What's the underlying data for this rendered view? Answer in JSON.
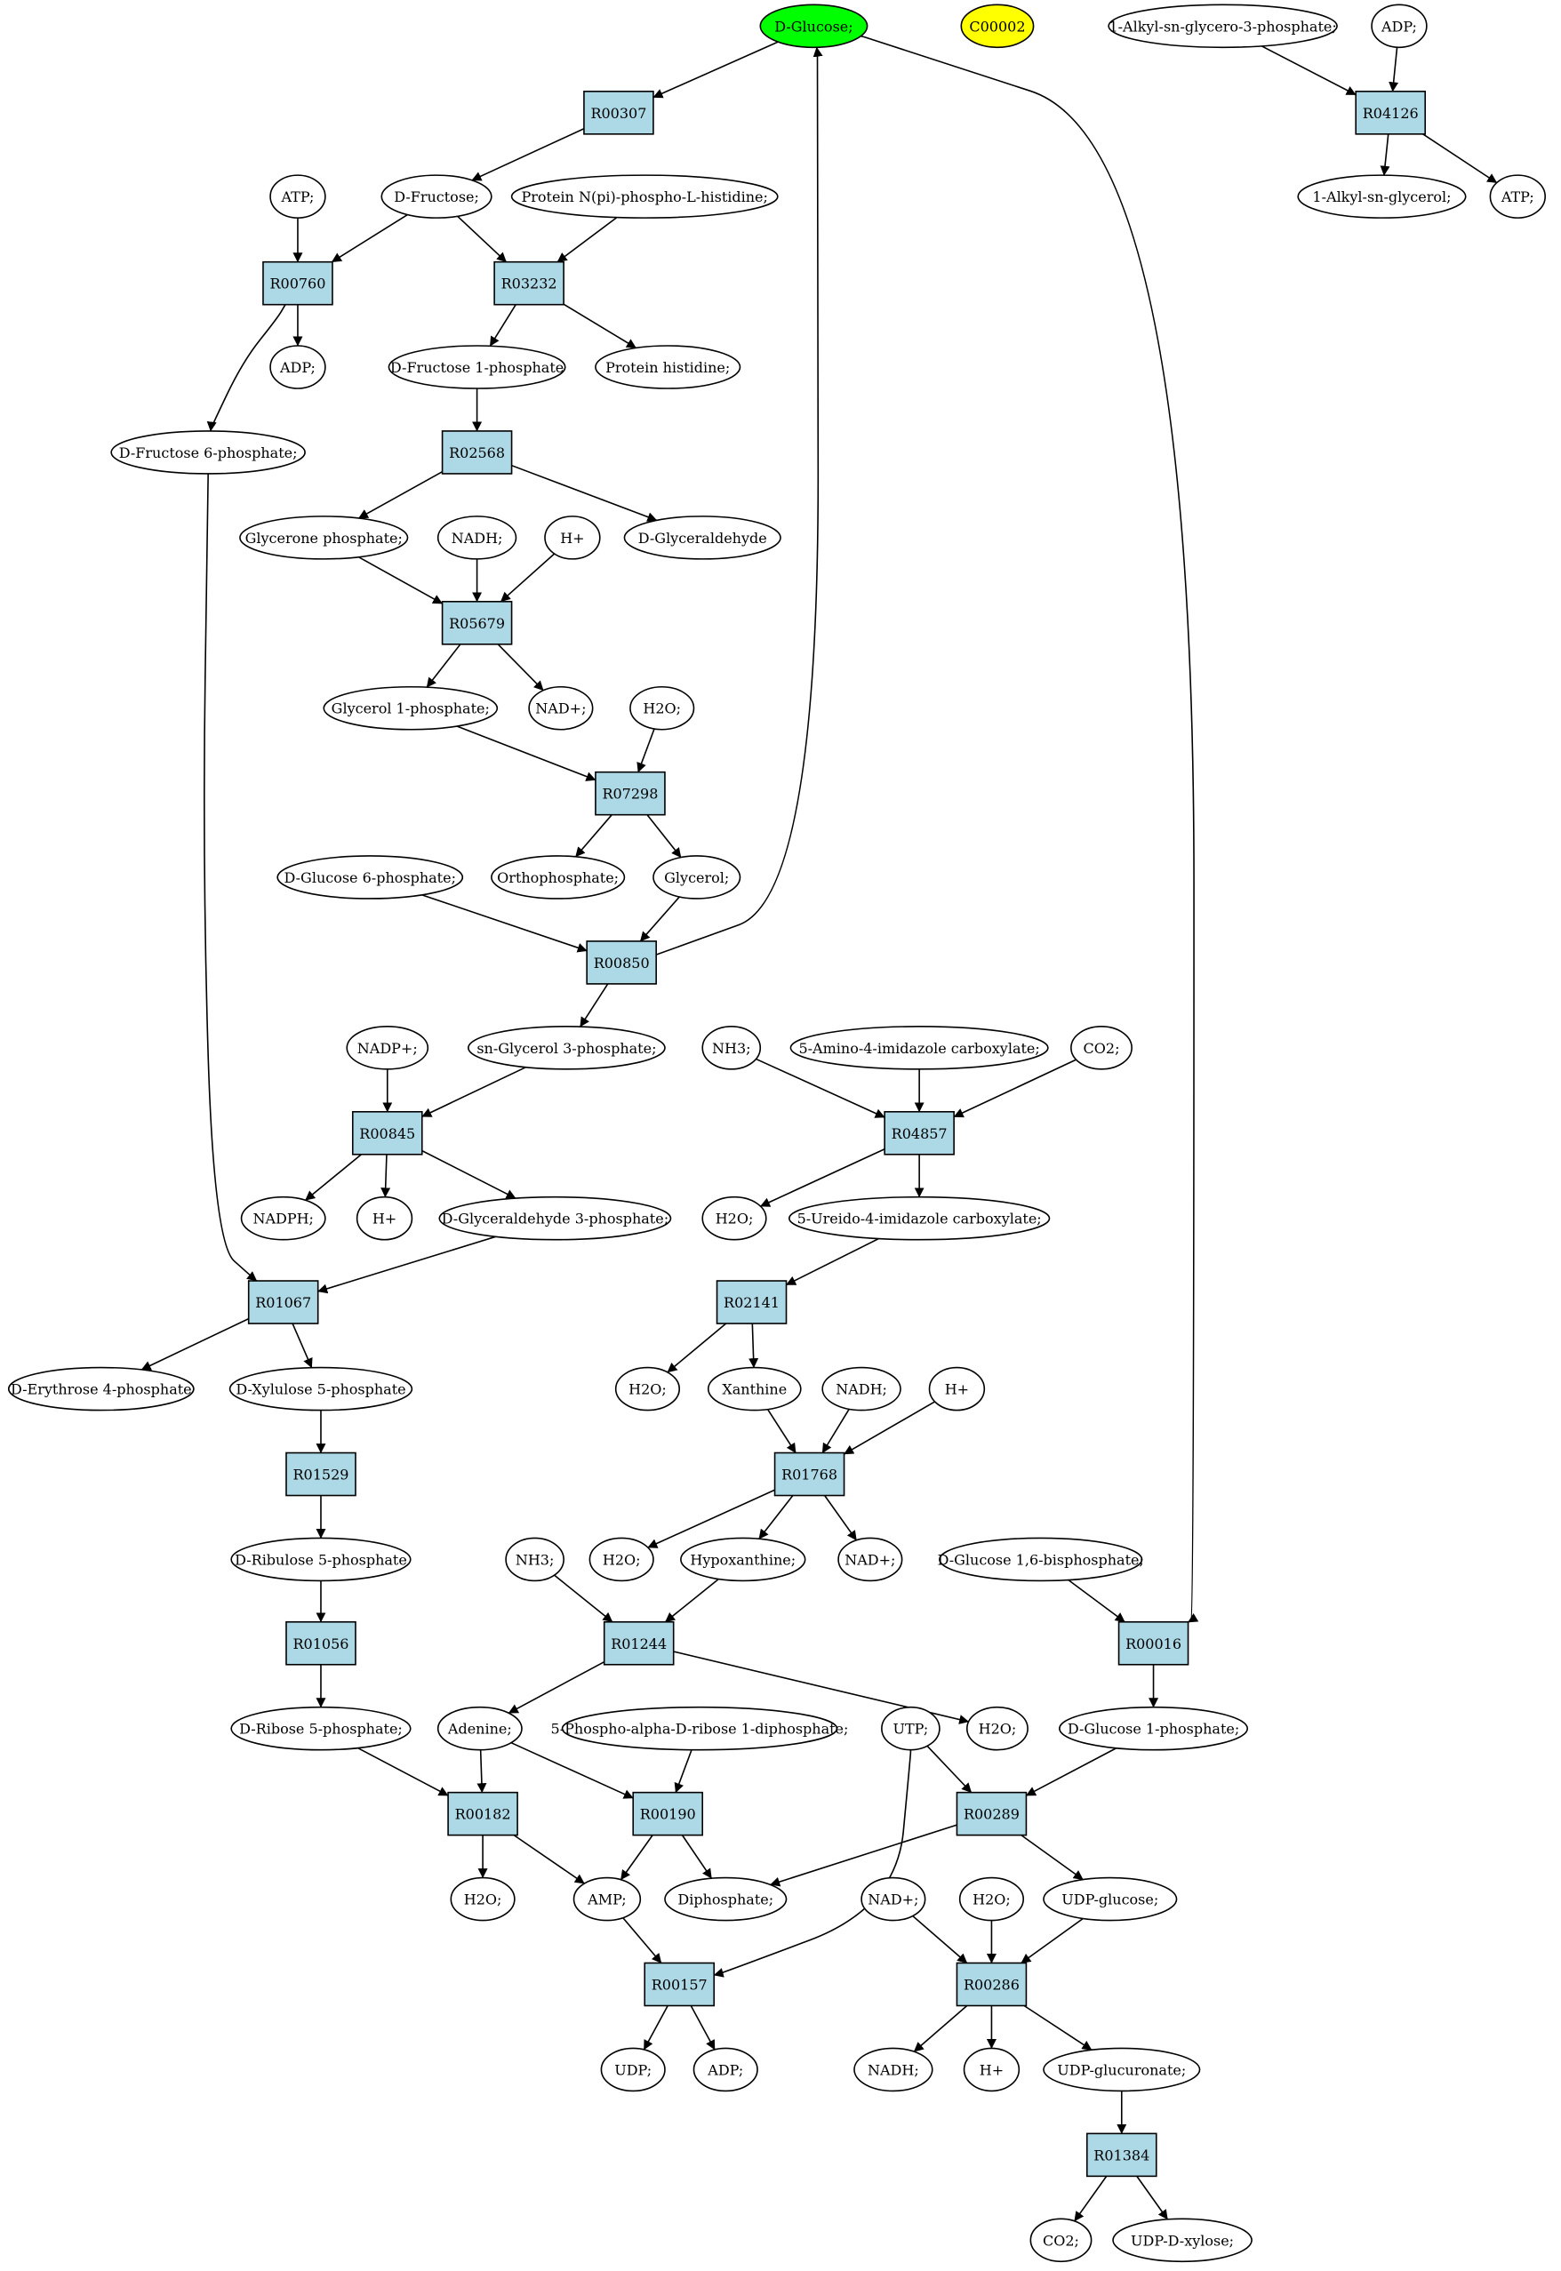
{
  "colors": {
    "compound_fill": "#ffffff",
    "reaction_fill": "#add8e6",
    "start_fill": "#00ff00",
    "highlight_fill": "#ffff00",
    "stroke": "#000000"
  },
  "nodes": {
    "d_glucose": {
      "label": "D-Glucose;",
      "kind": "start"
    },
    "c00002": {
      "label": "C00002",
      "kind": "highlight"
    },
    "alkyl_g3p": {
      "label": "1-Alkyl-sn-glycero-3-phosphate;",
      "kind": "compound"
    },
    "adp_top": {
      "label": "ADP;",
      "kind": "compound"
    },
    "r04126": {
      "label": "R04126",
      "kind": "reaction"
    },
    "alkyl_glycerol": {
      "label": "1-Alkyl-sn-glycerol;",
      "kind": "compound"
    },
    "atp_top": {
      "label": "ATP;",
      "kind": "compound"
    },
    "r00307": {
      "label": "R00307",
      "kind": "reaction"
    },
    "atp_1": {
      "label": "ATP;",
      "kind": "compound"
    },
    "d_fructose": {
      "label": "D-Fructose;",
      "kind": "compound"
    },
    "protein_nphospho": {
      "label": "Protein N(pi)-phospho-L-histidine;",
      "kind": "compound"
    },
    "r00760": {
      "label": "R00760",
      "kind": "reaction"
    },
    "r03232": {
      "label": "R03232",
      "kind": "reaction"
    },
    "adp_1": {
      "label": "ADP;",
      "kind": "compound"
    },
    "fructose_1p": {
      "label": "D-Fructose 1-phosphate",
      "kind": "compound"
    },
    "protein_histidine": {
      "label": "Protein histidine;",
      "kind": "compound"
    },
    "fructose_6p": {
      "label": "D-Fructose 6-phosphate;",
      "kind": "compound"
    },
    "r02568": {
      "label": "R02568",
      "kind": "reaction"
    },
    "glycerone_p": {
      "label": "Glycerone phosphate;",
      "kind": "compound"
    },
    "nadh_1": {
      "label": "NADH;",
      "kind": "compound"
    },
    "hplus_1": {
      "label": "H+",
      "kind": "compound"
    },
    "d_glyceraldehyde": {
      "label": "D-Glyceraldehyde",
      "kind": "compound"
    },
    "r05679": {
      "label": "R05679",
      "kind": "reaction"
    },
    "glycerol_1p": {
      "label": "Glycerol 1-phosphate;",
      "kind": "compound"
    },
    "nadplus_1": {
      "label": "NAD+;",
      "kind": "compound"
    },
    "h2o_1": {
      "label": "H2O;",
      "kind": "compound"
    },
    "r07298": {
      "label": "R07298",
      "kind": "reaction"
    },
    "glucose_6p": {
      "label": "D-Glucose 6-phosphate;",
      "kind": "compound"
    },
    "orthophosphate": {
      "label": "Orthophosphate;",
      "kind": "compound"
    },
    "glycerol": {
      "label": "Glycerol;",
      "kind": "compound"
    },
    "r00850": {
      "label": "R00850",
      "kind": "reaction"
    },
    "nadpplus": {
      "label": "NADP+;",
      "kind": "compound"
    },
    "sn_glycerol_3p": {
      "label": "sn-Glycerol 3-phosphate;",
      "kind": "compound"
    },
    "nh3_1": {
      "label": "NH3;",
      "kind": "compound"
    },
    "amino_imidazole": {
      "label": "5-Amino-4-imidazole carboxylate;",
      "kind": "compound"
    },
    "co2_1": {
      "label": "CO2;",
      "kind": "compound"
    },
    "r00845": {
      "label": "R00845",
      "kind": "reaction"
    },
    "r04857": {
      "label": "R04857",
      "kind": "reaction"
    },
    "nadph": {
      "label": "NADPH;",
      "kind": "compound"
    },
    "hplus_2": {
      "label": "H+",
      "kind": "compound"
    },
    "glyceraldehyde_3p": {
      "label": "D-Glyceraldehyde 3-phosphate;",
      "kind": "compound"
    },
    "h2o_2": {
      "label": "H2O;",
      "kind": "compound"
    },
    "ureido_imidazole": {
      "label": "5-Ureido-4-imidazole carboxylate;",
      "kind": "compound"
    },
    "r01067": {
      "label": "R01067",
      "kind": "reaction"
    },
    "r02141": {
      "label": "R02141",
      "kind": "reaction"
    },
    "erythrose_4p": {
      "label": "D-Erythrose 4-phosphate",
      "kind": "compound"
    },
    "xylulose_5p": {
      "label": "D-Xylulose 5-phosphate",
      "kind": "compound"
    },
    "h2o_3": {
      "label": "H2O;",
      "kind": "compound"
    },
    "xanthine": {
      "label": "Xanthine",
      "kind": "compound"
    },
    "nadh_2": {
      "label": "NADH;",
      "kind": "compound"
    },
    "hplus_3": {
      "label": "H+",
      "kind": "compound"
    },
    "r01529": {
      "label": "R01529",
      "kind": "reaction"
    },
    "r01768": {
      "label": "R01768",
      "kind": "reaction"
    },
    "ribulose_5p": {
      "label": "D-Ribulose 5-phosphate",
      "kind": "compound"
    },
    "nh3_2": {
      "label": "NH3;",
      "kind": "compound"
    },
    "h2o_4": {
      "label": "H2O;",
      "kind": "compound"
    },
    "hypoxanthine": {
      "label": "Hypoxanthine;",
      "kind": "compound"
    },
    "nadplus_2": {
      "label": "NAD+;",
      "kind": "compound"
    },
    "glucose_16bp": {
      "label": "D-Glucose 1,6-bisphosphate;",
      "kind": "compound"
    },
    "r01056": {
      "label": "R01056",
      "kind": "reaction"
    },
    "r01244": {
      "label": "R01244",
      "kind": "reaction"
    },
    "r00016": {
      "label": "R00016",
      "kind": "reaction"
    },
    "ribose_5p": {
      "label": "D-Ribose 5-phosphate;",
      "kind": "compound"
    },
    "adenine": {
      "label": "Adenine;",
      "kind": "compound"
    },
    "prpp": {
      "label": "5-Phospho-alpha-D-ribose 1-diphosphate;",
      "kind": "compound"
    },
    "utp": {
      "label": "UTP;",
      "kind": "compound"
    },
    "h2o_5": {
      "label": "H2O;",
      "kind": "compound"
    },
    "glucose_1p": {
      "label": "D-Glucose 1-phosphate;",
      "kind": "compound"
    },
    "r00182": {
      "label": "R00182",
      "kind": "reaction"
    },
    "r00190": {
      "label": "R00190",
      "kind": "reaction"
    },
    "r00289": {
      "label": "R00289",
      "kind": "reaction"
    },
    "h2o_6": {
      "label": "H2O;",
      "kind": "compound"
    },
    "amp": {
      "label": "AMP;",
      "kind": "compound"
    },
    "diphosphate": {
      "label": "Diphosphate;",
      "kind": "compound"
    },
    "nadplus_3": {
      "label": "NAD+;",
      "kind": "compound"
    },
    "h2o_7": {
      "label": "H2O;",
      "kind": "compound"
    },
    "udp_glucose": {
      "label": "UDP-glucose;",
      "kind": "compound"
    },
    "r00157": {
      "label": "R00157",
      "kind": "reaction"
    },
    "r00286": {
      "label": "R00286",
      "kind": "reaction"
    },
    "udp": {
      "label": "UDP;",
      "kind": "compound"
    },
    "adp_2": {
      "label": "ADP;",
      "kind": "compound"
    },
    "nadh_3": {
      "label": "NADH;",
      "kind": "compound"
    },
    "hplus_4": {
      "label": "H+",
      "kind": "compound"
    },
    "udp_glucuronate": {
      "label": "UDP-glucuronate;",
      "kind": "compound"
    },
    "r01384": {
      "label": "R01384",
      "kind": "reaction"
    },
    "co2_2": {
      "label": "CO2;",
      "kind": "compound"
    },
    "udp_xylose": {
      "label": "UDP-D-xylose;",
      "kind": "compound"
    }
  }
}
